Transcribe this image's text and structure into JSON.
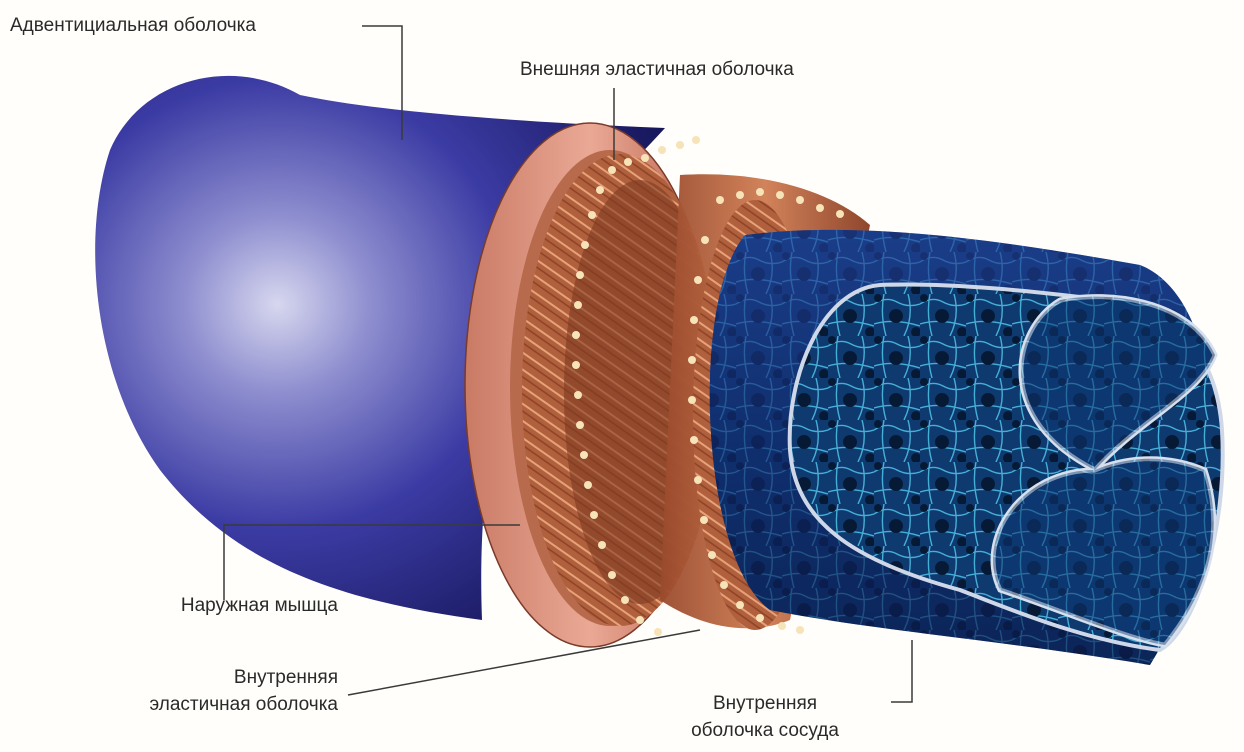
{
  "labels": {
    "adventitia": "Адвентициальная оболочка",
    "external_elastic": "Внешняя эластичная оболочка",
    "outer_muscle": "Наружная мышца",
    "internal_elastic_line1": "Внутренняя",
    "internal_elastic_line2": "эластичная оболочка",
    "intima_line1": "Внутренняя",
    "intima_line2": "оболочка сосуда"
  },
  "colors": {
    "adventitia": "#2b2b8a",
    "external_elastic": "#d9907a",
    "muscle_fibers": "#c8704a",
    "fiber_tips": "#f6e3b8",
    "intima": "#12306e",
    "endothelium": "#48b4dc",
    "leader_line": "#3a3a3a"
  }
}
